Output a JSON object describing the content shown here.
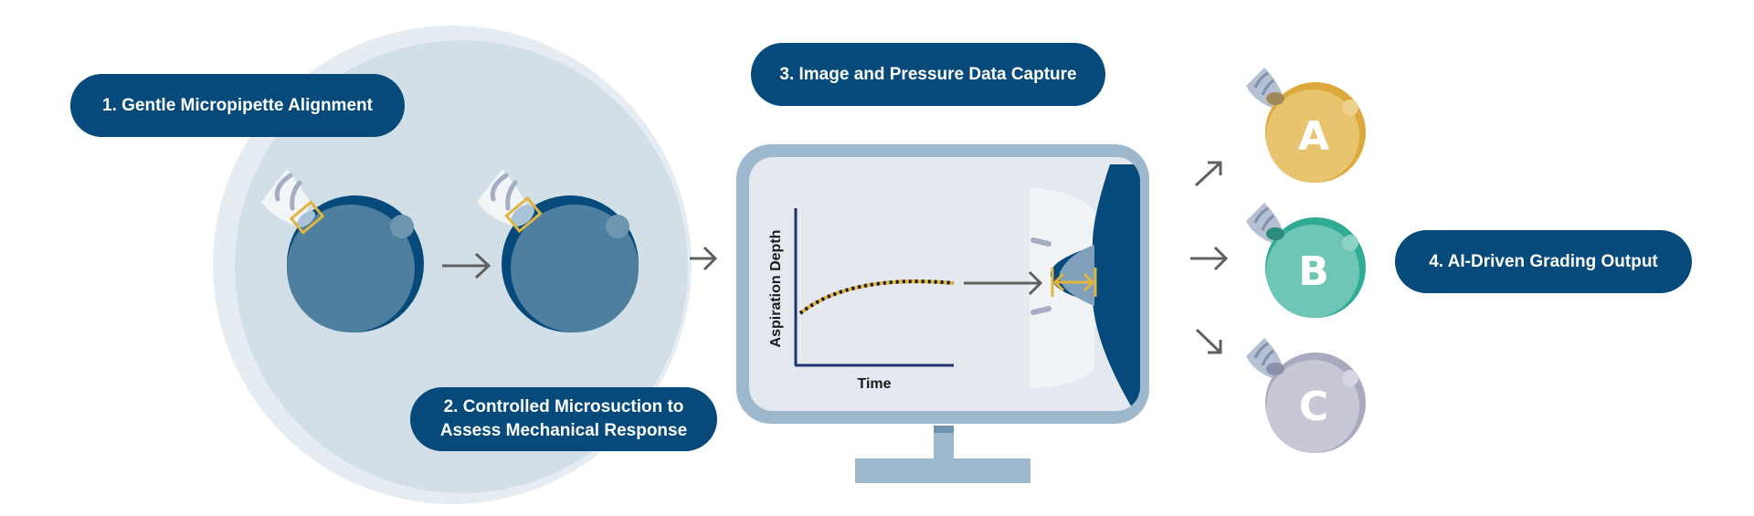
{
  "steps": [
    {
      "number": "1",
      "label": "1. Gentle Micropipette Alignment"
    },
    {
      "number": "2",
      "label_line1": "2. Controlled Microsuction to",
      "label_line2": "Assess Mechanical Response"
    },
    {
      "number": "3",
      "label": "3. Image and Pressure Data Capture"
    },
    {
      "number": "4",
      "label": "4. AI-Driven Grading Output"
    }
  ],
  "monitor_chart": {
    "ylabel": "Aspiration Depth",
    "xlabel": "Time",
    "curve": "dotted saturating curve rising then plateauing"
  },
  "grades": [
    {
      "letter": "A",
      "color": "#e8c46e",
      "rim": "#dcaa3c",
      "arrow": "up-right"
    },
    {
      "letter": "B",
      "color": "#6fc6b6",
      "rim": "#2fab96",
      "arrow": "right"
    },
    {
      "letter": "C",
      "color": "#c7c7d6",
      "rim": "#a9a9c0",
      "arrow": "down-right"
    }
  ],
  "colors": {
    "navy": "#054a7a",
    "cell_inner": "#4f7f9f",
    "background_circle": "#d3dfe7",
    "monitor_frame": "#9db8cc",
    "screen": "#e3e9ef",
    "accent_gold": "#e0b441",
    "arrow_gray": "#606060"
  }
}
